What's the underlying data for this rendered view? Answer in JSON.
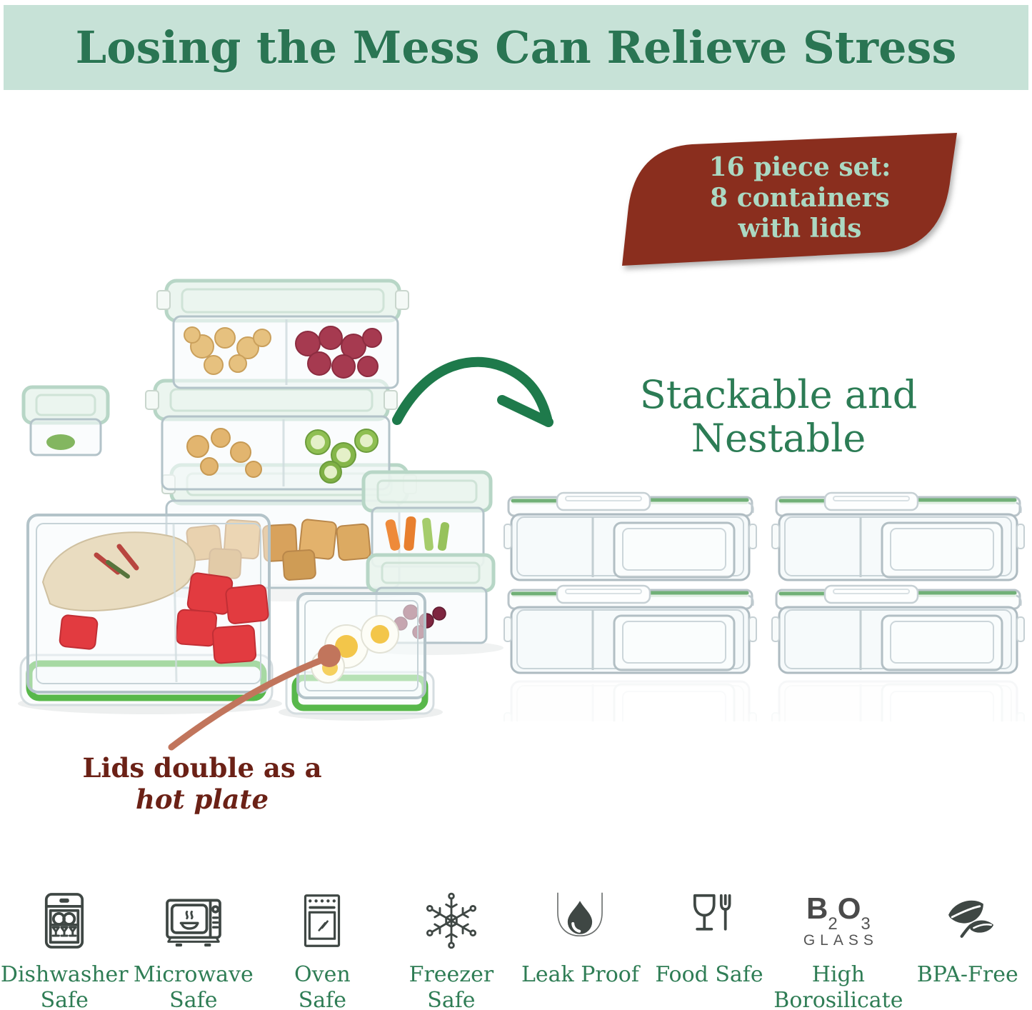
{
  "banner": {
    "title": "Losing the Mess Can Relieve Stress",
    "bg_color": "#c7e2d7",
    "text_color": "#2a7553"
  },
  "badge": {
    "line1": "16 piece set:",
    "line2": "8 containers",
    "line3": "with lids",
    "bg_color": "#8a2e1e",
    "text_color": "#abd8c2"
  },
  "arrow": {
    "color": "#1e7a4b"
  },
  "stackable_heading": {
    "line1": "Stackable and",
    "line2": "Nestable",
    "color": "#2c7c55"
  },
  "callout": {
    "line1": "Lids double as a",
    "line2": "hot plate",
    "text_color": "#6b2116",
    "pointer_color": "#c1755c"
  },
  "features": [
    {
      "id": "dishwasher-safe",
      "icon": "dishwasher-icon",
      "line1": "Dishwasher",
      "line2": "Safe"
    },
    {
      "id": "microwave-safe",
      "icon": "microwave-icon",
      "line1": "Microwave",
      "line2": "Safe"
    },
    {
      "id": "oven-safe",
      "icon": "oven-icon",
      "line1": "Oven",
      "line2": "Safe"
    },
    {
      "id": "freezer-safe",
      "icon": "snowflake-icon",
      "line1": "Freezer",
      "line2": "Safe"
    },
    {
      "id": "leak-proof",
      "icon": "water-drop-icon",
      "line1": "Leak Proof"
    },
    {
      "id": "food-safe",
      "icon": "glass-fork-icon",
      "line1": "Food Safe"
    },
    {
      "id": "high-borosilicate",
      "icon": "b2o3-glass-icon",
      "icon_text": {
        "b": "B",
        "sub_2": "2",
        "o": "O",
        "sub_3": "3",
        "caption": "GLASS"
      },
      "line1": "High",
      "line2": "Borosilicate"
    },
    {
      "id": "bpa-free",
      "icon": "leaves-icon",
      "line1": "BPA-Free"
    }
  ],
  "label_color": "#2f7d55",
  "icon_color": "#3f4744",
  "seal_green": "#58b84b",
  "lid_mint": "#d9ece1"
}
